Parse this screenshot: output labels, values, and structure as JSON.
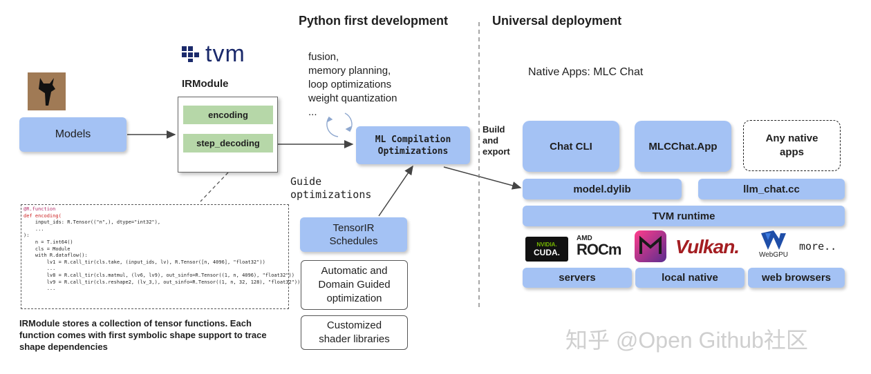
{
  "headings": {
    "python": "Python first development",
    "universal": "Universal deployment"
  },
  "tvm_logo": "tvm",
  "irmodule": {
    "title": "IRModule",
    "functions": [
      "encoding",
      "step_decoding"
    ],
    "caption": "IRModule stores a collection of tensor functions. Each function comes with first symbolic shape support to trace shape dependencies"
  },
  "models_label": "Models",
  "optimizations": {
    "list": [
      "fusion,",
      "memory planning,",
      "loop optimizations",
      "weight quantization",
      "..."
    ],
    "box_line1": "ML Compilation",
    "box_line2": "Optimizations"
  },
  "guide": {
    "line1": "Guide",
    "line2": "optimizations"
  },
  "tensorir": {
    "line1": "TensorIR",
    "line2": "Schedules"
  },
  "auto": {
    "line1": "Automatic and",
    "line2": "Domain Guided",
    "line3": "optimization"
  },
  "shader": {
    "line1": "Customized",
    "line2": "shader libraries"
  },
  "build_export": {
    "line1": "Build",
    "line2": "and",
    "line3": "export"
  },
  "native_apps_title": "Native Apps: MLC Chat",
  "apps": {
    "chat_cli": "Chat CLI",
    "mlcchat": "MLCChat.App",
    "any_line1": "Any native",
    "any_line2": "apps"
  },
  "libs": {
    "model_dylib": "model.dylib",
    "llm_chat": "llm_chat.cc"
  },
  "runtime": "TVM runtime",
  "backends": {
    "nvidia_line1": "NVIDIA.",
    "nvidia_line2": "CUDA.",
    "amd_line1": "AMD",
    "amd_line2": "ROCm",
    "vulkan": "Vulkan.",
    "webgpu": "WebGPU",
    "more": "more.."
  },
  "targets": [
    "servers",
    "local native",
    "web browsers"
  ],
  "watermark": "知乎 @Open Github社区",
  "code_lines": [
    "@R.function",
    "def encoding(",
    "    input_ids: R.Tensor((\"n\",), dtype=\"int32\"),",
    "    ...",
    "):",
    "    n = T.int64()",
    "    cls = Module",
    "    with R.dataflow():",
    "        lv1 = R.call_tir(cls.take, (input_ids, lv), R.Tensor([n, 4096], \"float32\"))",
    "        ...",
    "        lv8 = R.call_tir(cls.matmul, (lv6, lv9), out_sinfo=R.Tensor((1, n, 4096), \"float32\"))",
    "        lv9 = R.call_tir(cls.reshape2, (lv_3,), out_sinfo=R.Tensor((1, n, 32, 128), \"float32\"))",
    "        ..."
  ],
  "colors": {
    "box_blue": "#a4c2f4",
    "green": "#b6d7a8",
    "tvm_navy": "#1b2a6b",
    "vulkan_red": "#a41e22",
    "rocm_purple": "#5b2d8e"
  }
}
